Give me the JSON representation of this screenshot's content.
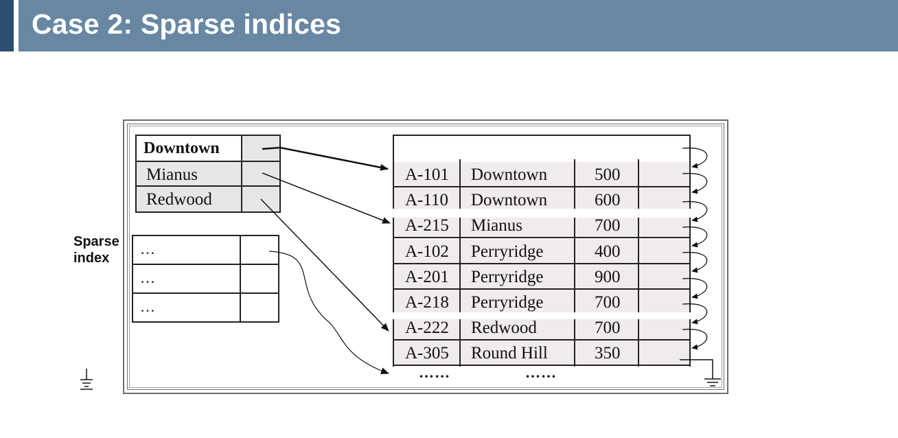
{
  "slide": {
    "title": "Case 2: Sparse indices"
  },
  "sparse_index": {
    "label_line1": "Sparse",
    "label_line2": "index",
    "entries": [
      "Downtown",
      "Mianus",
      "Redwood"
    ],
    "continuation": [
      "…",
      "…",
      "…"
    ]
  },
  "records": [
    {
      "account": "A-101",
      "branch": "Downtown",
      "balance": "500"
    },
    {
      "account": "A-110",
      "branch": "Downtown",
      "balance": "600"
    },
    {
      "account": "A-215",
      "branch": "Mianus",
      "balance": "700"
    },
    {
      "account": "A-102",
      "branch": "Perryridge",
      "balance": "400"
    },
    {
      "account": "A-201",
      "branch": "Perryridge",
      "balance": "900"
    },
    {
      "account": "A-218",
      "branch": "Perryridge",
      "balance": "700"
    },
    {
      "account": "A-222",
      "branch": "Redwood",
      "balance": "700"
    },
    {
      "account": "A-305",
      "branch": "Round Hill",
      "balance": "350"
    }
  ],
  "record_ellipsis": [
    "……",
    "……"
  ],
  "icons": {
    "ground_left": "ground-symbol-icon",
    "ground_right": "ground-symbol-icon"
  }
}
